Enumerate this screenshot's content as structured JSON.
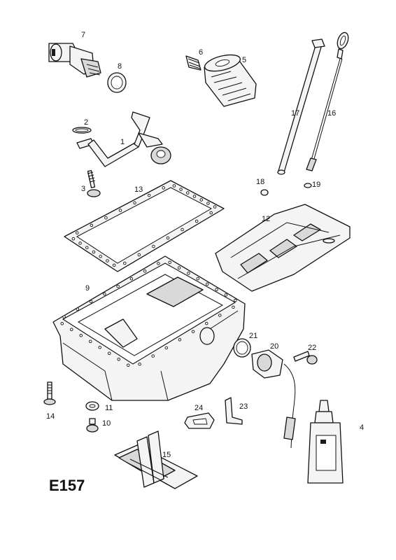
{
  "figure_code": "E157",
  "callouts": [
    {
      "id": "1",
      "name": "callout-1-oil-pump-pickup-tube"
    },
    {
      "id": "2",
      "name": "callout-2-pickup-gasket"
    },
    {
      "id": "3",
      "name": "callout-3-bolt"
    },
    {
      "id": "4",
      "name": "callout-4-sealant-bottle"
    },
    {
      "id": "5",
      "name": "callout-5-oil-filter"
    },
    {
      "id": "6",
      "name": "callout-6-filter-stud"
    },
    {
      "id": "7",
      "name": "callout-7-oil-pressure-switch"
    },
    {
      "id": "8",
      "name": "callout-8-seal-ring"
    },
    {
      "id": "9",
      "name": "callout-9-oil-pan"
    },
    {
      "id": "10",
      "name": "callout-10-drain-plug"
    },
    {
      "id": "11",
      "name": "callout-11-drain-washer"
    },
    {
      "id": "12",
      "name": "callout-12-baffle-plate"
    },
    {
      "id": "13",
      "name": "callout-13-pan-gasket"
    },
    {
      "id": "14",
      "name": "callout-14-pan-bolt"
    },
    {
      "id": "15",
      "name": "callout-15-sealant-kit"
    },
    {
      "id": "16",
      "name": "callout-16-dipstick"
    },
    {
      "id": "17",
      "name": "callout-17-dipstick-tube"
    },
    {
      "id": "18",
      "name": "callout-18-o-ring"
    },
    {
      "id": "19",
      "name": "callout-19-o-ring"
    },
    {
      "id": "20",
      "name": "callout-20-oil-level-sensor"
    },
    {
      "id": "21",
      "name": "callout-21-sensor-seal"
    },
    {
      "id": "22",
      "name": "callout-22-sensor-bolt"
    },
    {
      "id": "23",
      "name": "callout-23-bracket"
    },
    {
      "id": "24",
      "name": "callout-24-clip"
    }
  ]
}
